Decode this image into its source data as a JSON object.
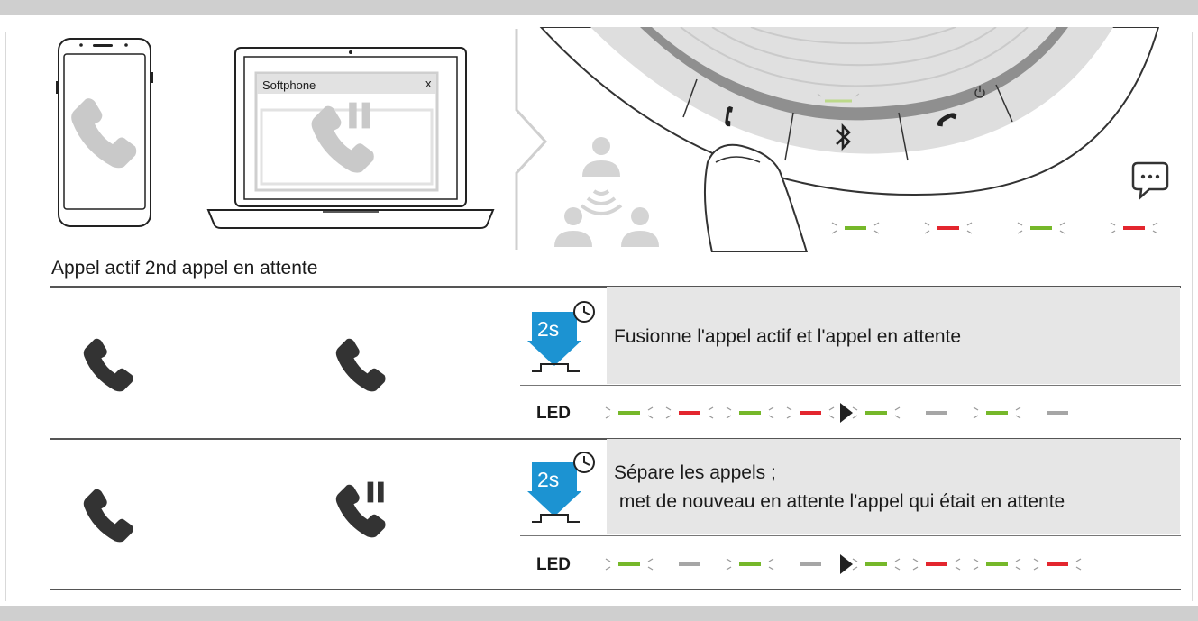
{
  "section_title": "Appel actif 2nd appel en attente",
  "softphone": {
    "title": "Softphone",
    "close": "x"
  },
  "duration_badge": "2s",
  "led_label": "LED",
  "rows": [
    {
      "description_lines": [
        "Fusionne l'appel actif et l'appel en attente"
      ],
      "led_before": [
        "green-blink",
        "red-blink",
        "green-blink",
        "red-blink"
      ],
      "led_after": [
        "green-blink",
        "gray",
        "green-blink",
        "gray"
      ]
    },
    {
      "description_lines": [
        "Sépare les appels ;",
        " met de nouveau en attente l'appel qui était en attente"
      ],
      "led_before": [
        "green-blink",
        "gray",
        "green-blink",
        "gray"
      ],
      "led_after": [
        "green-blink",
        "red-blink",
        "green-blink",
        "red-blink"
      ]
    }
  ],
  "top_led_sequence": [
    "green-blink",
    "red-blink",
    "green-blink",
    "red-blink"
  ],
  "colors": {
    "green": "#76b82a",
    "red": "#e3262e",
    "blue": "#1c93d2",
    "gray": "#a6a6a6",
    "panel": "#e6e6e6",
    "icon_light": "#c9c9c9",
    "icon_dark": "#333333"
  },
  "icons": [
    "phone-icon",
    "laptop-icon",
    "handset-icon",
    "handset-hold-icon",
    "speakerphone-icon",
    "finger-icon",
    "bluetooth-icon",
    "power-icon",
    "chat-icon",
    "conference-icon",
    "long-press-icon",
    "clock-icon"
  ]
}
